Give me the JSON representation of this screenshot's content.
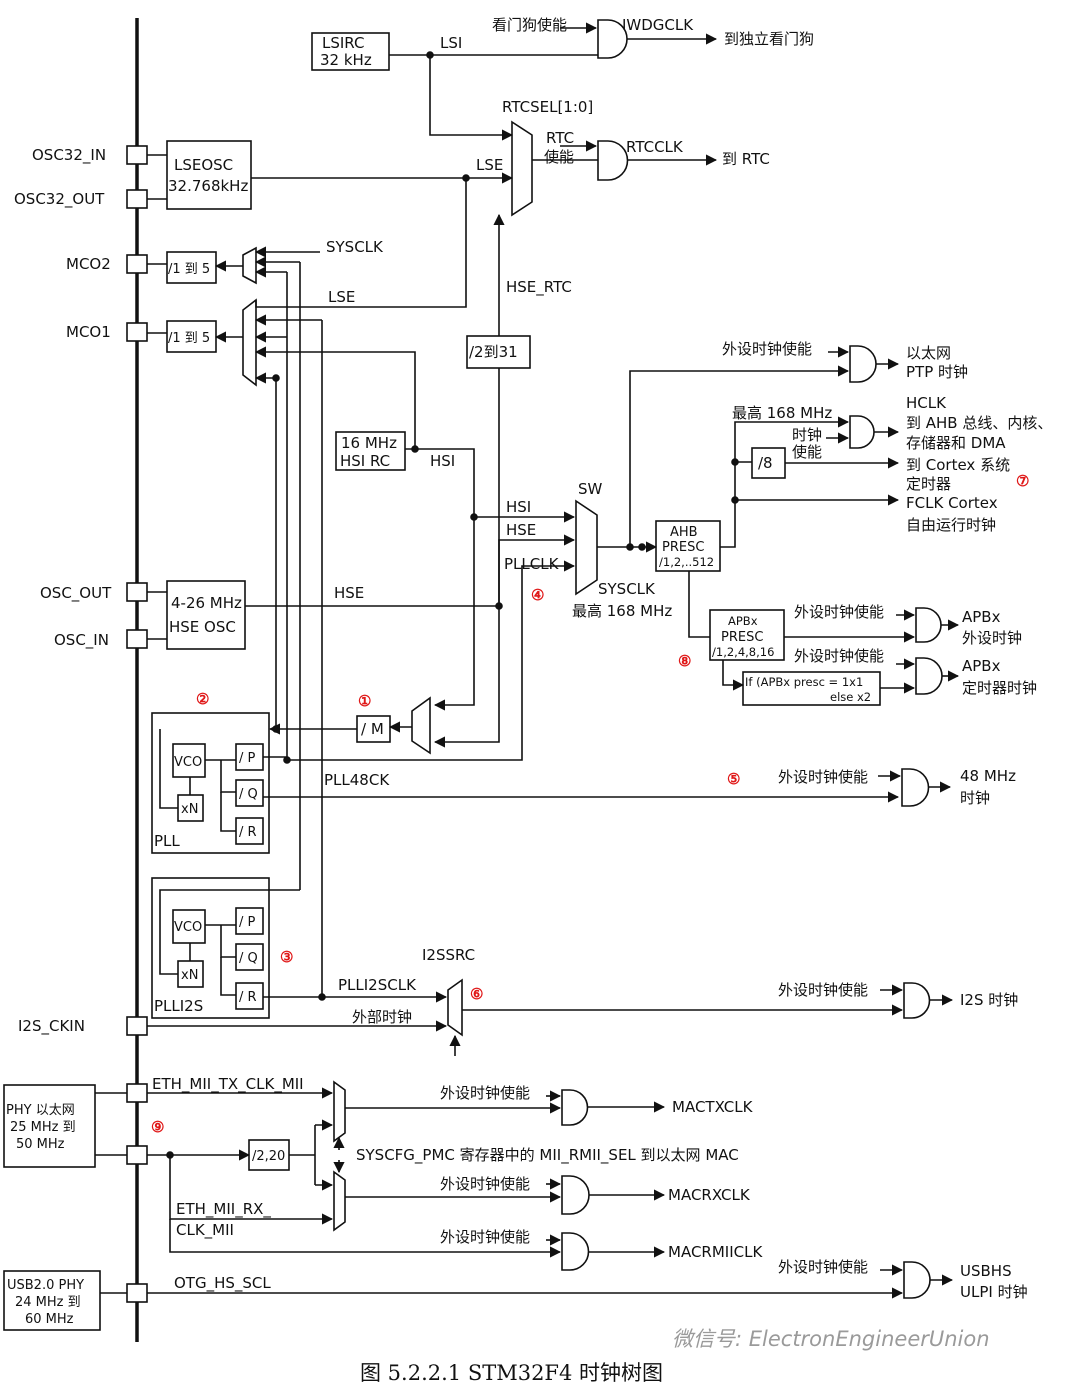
{
  "caption": "图 5.2.2.1 STM32F4 时钟树图",
  "watermark": "微信号: ElectronEngineerUnion",
  "pins": {
    "osc32_in": "OSC32_IN",
    "osc32_out": "OSC32_OUT",
    "mco2": "MCO2",
    "mco1": "MCO1",
    "osc_out": "OSC_OUT",
    "osc_in": "OSC_IN",
    "i2s_ckin": "I2S_CKIN"
  },
  "blocks": {
    "lsirc": [
      "LSIRC",
      "32 kHz"
    ],
    "lseosc": [
      "LSEOSC",
      "32.768kHz"
    ],
    "mco2_div": "/1 到 5",
    "mco1_div": "/1 到 5",
    "hsirc": [
      "16 MHz",
      "HSI RC"
    ],
    "hseosc": [
      "4-26 MHz",
      "HSE OSC"
    ],
    "rtc_div": "/2到31",
    "m_div": "/ M",
    "ahb": [
      "AHB",
      "PRESC",
      "/1,2,..512"
    ],
    "cortex_div": "/8",
    "apb": [
      "APBx",
      "PRESC",
      "/1,2,4,8,16"
    ],
    "apb_timer": [
      "If (APBx presc = 1x1",
      "else x2"
    ],
    "pll": {
      "vco": "VCO",
      "xn": "xN",
      "p": "/ P",
      "q": "/ Q",
      "r": "/ R",
      "name": "PLL"
    },
    "plli2s": {
      "vco": "VCO",
      "xn": "xN",
      "p": "/ P",
      "q": "/ Q",
      "r": "/ R",
      "name": "PLLI2S"
    },
    "eth_div": "/2,20",
    "phy_eth": [
      "PHY 以太网",
      "25 MHz 到",
      "50 MHz"
    ],
    "phy_usb": [
      "USB2.0 PHY",
      "24 MHz 到",
      "60 MHz"
    ]
  },
  "signals": {
    "lsi": "LSI",
    "lse": "LSE",
    "lse2": "LSE",
    "sysclk": "SYSCLK",
    "rtcsel": "RTCSEL[1:0]",
    "hse_rtc": "HSE_RTC",
    "hsi": "HSI",
    "hsi2": "HSI",
    "hse": "HSE",
    "hse2": "HSE",
    "pllclk": "PLLCLK",
    "sw": "SW",
    "sysclk_out": "SYSCLK",
    "sysclk_max": "最高 168 MHz",
    "pll48ck": "PLL48CK",
    "i2ssrc": "I2SSRC",
    "plli2sclk": "PLLI2SCLK",
    "ext_clk": "外部时钟",
    "eth_tx": "ETH_MII_TX_CLK_MII",
    "eth_rx": [
      "ETH_MII_RX_",
      "CLK_MII"
    ],
    "syscfg": "SYSCFG_PMC 寄存器中的 MII_RMII_SEL 到以太网 MAC",
    "otg": "OTG_HS_SCL",
    "hclk_max": "最高 168 MHz"
  },
  "outputs": {
    "iwdg_en": "看门狗使能",
    "iwdgclk": "IWDGCLK",
    "iwdg_dest": "到独立看门狗",
    "rtc_en": [
      "RTC",
      "使能"
    ],
    "rtcclk": "RTCCLK",
    "rtc_dest": "到 RTC",
    "ptp_en": "外设时钟使能",
    "ptp_dest": [
      "以太网",
      "PTP 时钟"
    ],
    "hclk_en": [
      "时钟",
      "使能"
    ],
    "hclk_dest": [
      "HCLK",
      "到 AHB 总线、内核、",
      "存储器和 DMA"
    ],
    "cortex_dest": [
      "到 Cortex 系统",
      "定时器"
    ],
    "fclk_dest": [
      "FCLK Cortex",
      "自由运行时钟"
    ],
    "apb_en": "外设时钟使能",
    "apb_dest": [
      "APBx",
      "外设时钟"
    ],
    "apbt_en": "外设时钟使能",
    "apbt_dest": [
      "APBx",
      "定时器时钟"
    ],
    "clk48_en": "外设时钟使能",
    "clk48_dest": [
      "48 MHz",
      "时钟"
    ],
    "i2s_en": "外设时钟使能",
    "i2s_dest": "I2S 时钟",
    "mactx_en": "外设时钟使能",
    "mactx": "MACTXCLK",
    "macrx_en": "外设时钟使能",
    "macrx": "MACRXCLK",
    "macrmii_en": "外设时钟使能",
    "macrmii": "MACRMIICLK",
    "usb_en": "外设时钟使能",
    "usb_dest": [
      "USBHS",
      "ULPI 时钟"
    ]
  },
  "markers": {
    "m1": "①",
    "m2": "②",
    "m3": "③",
    "m4": "④",
    "m5": "⑤",
    "m6": "⑥",
    "m7": "⑦",
    "m8": "⑧",
    "m9": "⑨"
  }
}
